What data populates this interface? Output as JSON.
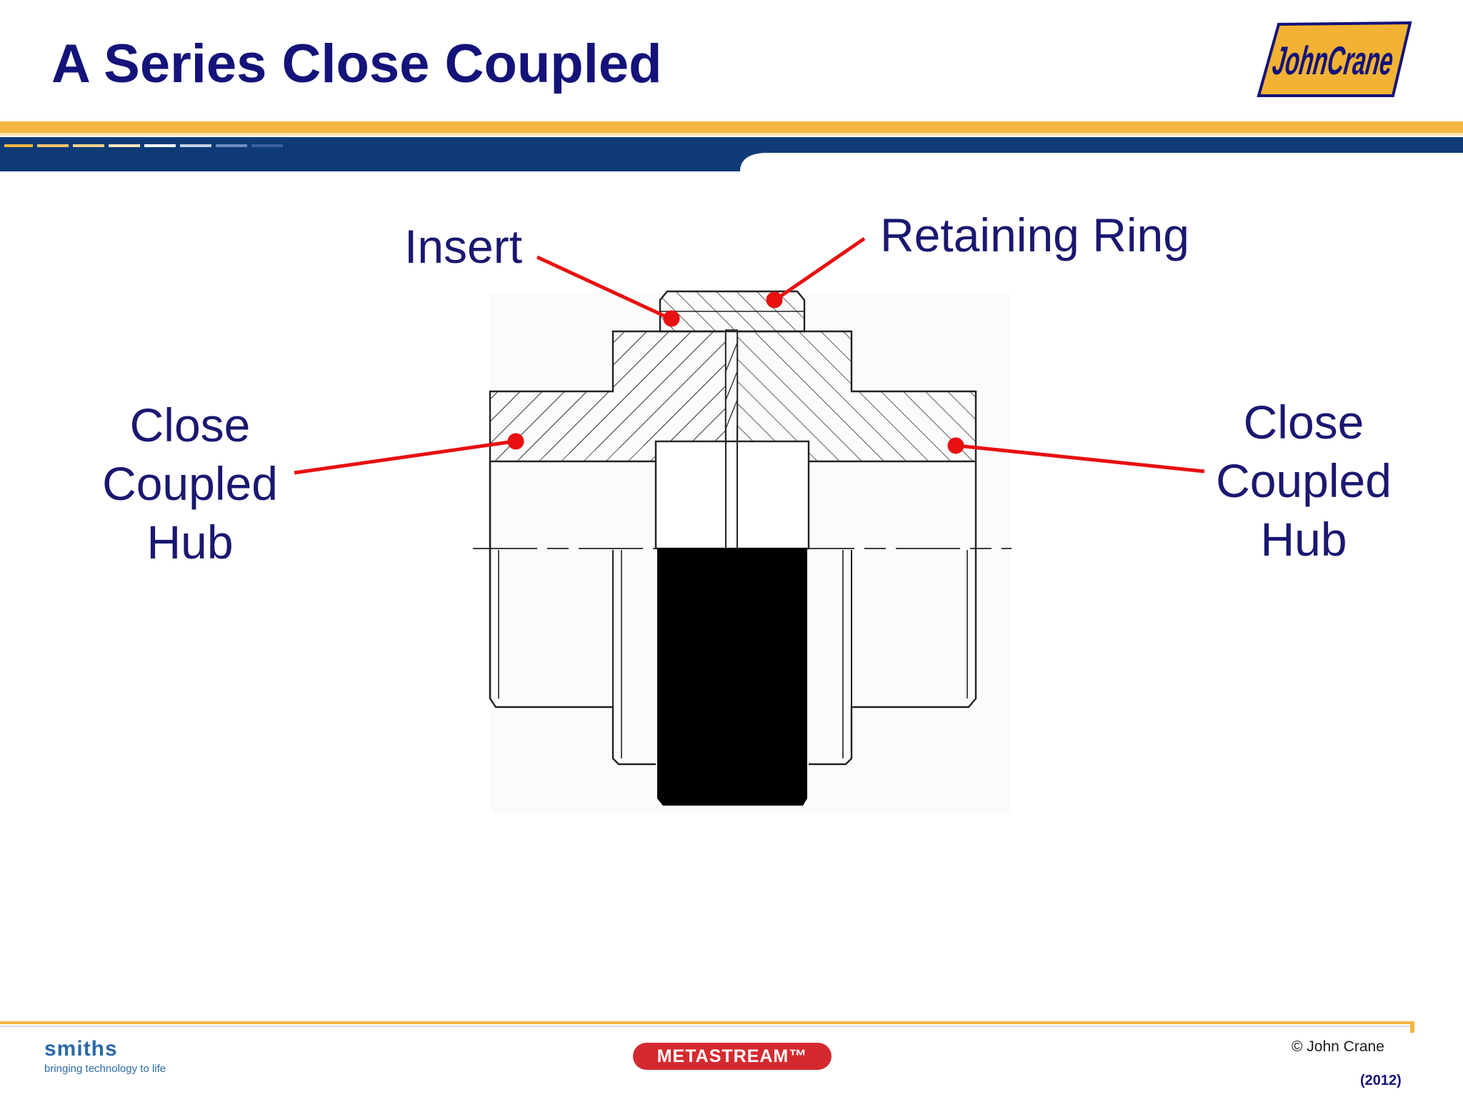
{
  "slide": {
    "title": "A Series Close Coupled"
  },
  "brand": {
    "logo_text": "JohnCrane",
    "footer_left_word": "smiths",
    "footer_left_tagline": "bringing technology to life",
    "footer_center_logo": "METASTREAM™",
    "copyright": "© John Crane",
    "year": "(2012)"
  },
  "diagram": {
    "labels": {
      "insert": "Insert",
      "retaining_ring": "Retaining Ring",
      "left_hub": [
        "Close",
        "Coupled",
        "Hub"
      ],
      "right_hub": [
        "Close",
        "Coupled",
        "Hub"
      ]
    },
    "callout_color": "#e81010"
  },
  "colors": {
    "title": "#13137a",
    "label": "#1a1870",
    "band_gold": "#f5b642",
    "band_navy": "#0e3b76"
  }
}
